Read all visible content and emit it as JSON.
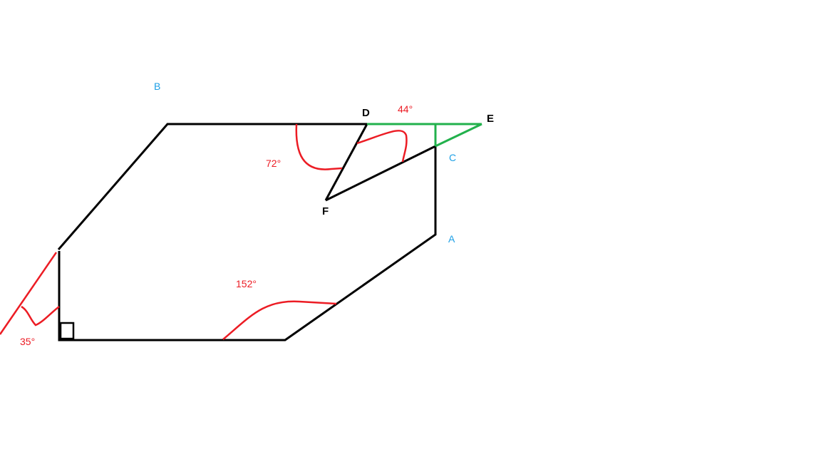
{
  "points": {
    "A": "A",
    "B": "B",
    "C": "C",
    "D": "D",
    "E": "E",
    "F": "F"
  },
  "angles": {
    "a72": "72°",
    "a44": "44°",
    "a152": "152°",
    "a35": "35°"
  },
  "colors": {
    "shape": "#000000",
    "angle": "#ec1c24",
    "green": "#22b14c",
    "label": "#1ea0e6"
  }
}
